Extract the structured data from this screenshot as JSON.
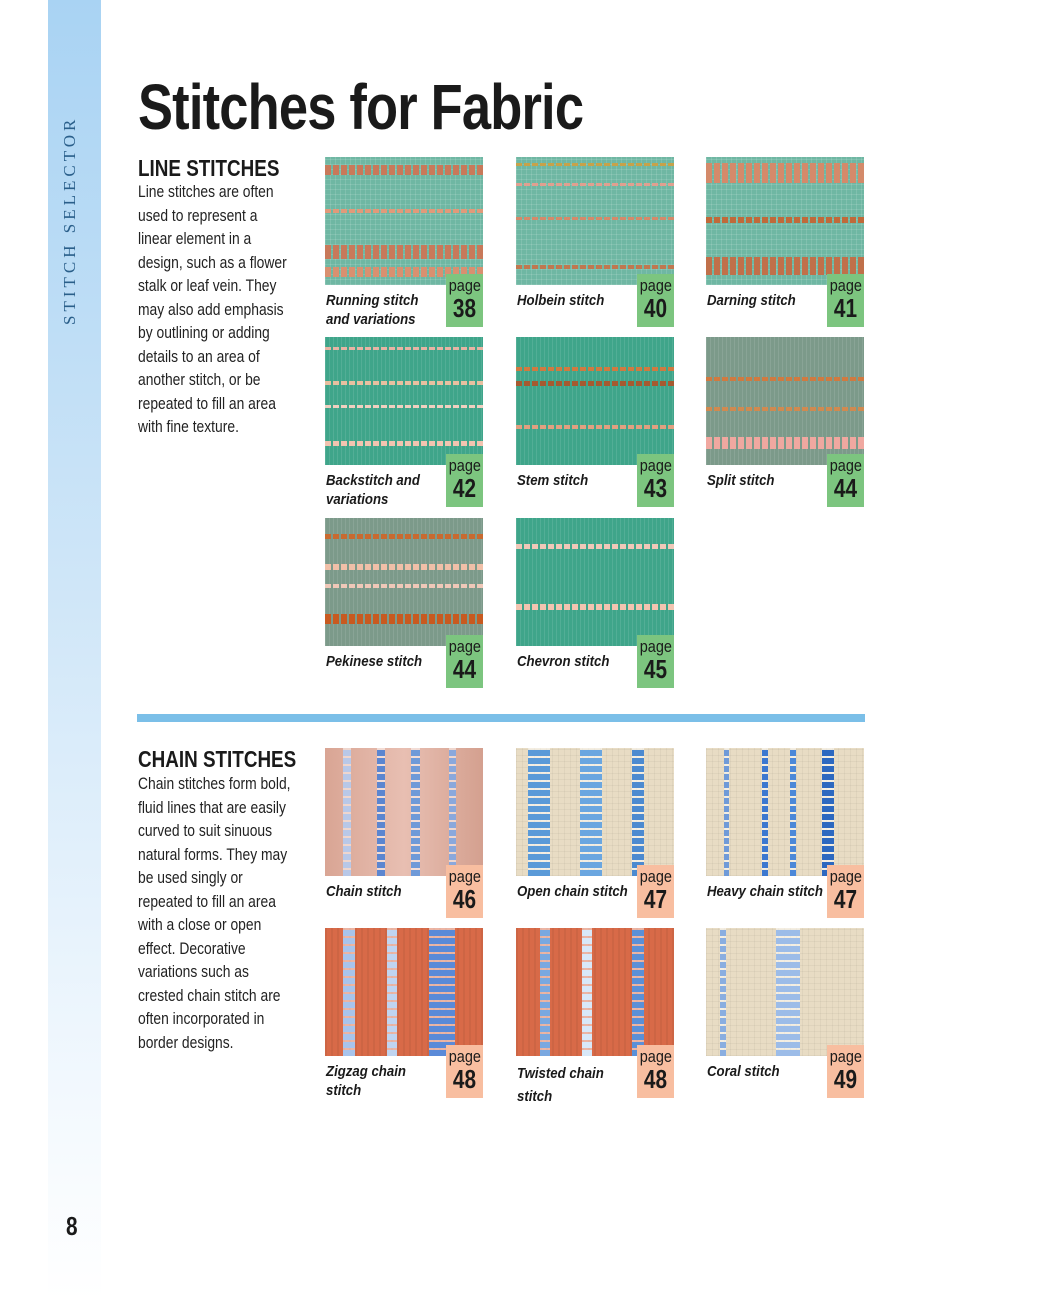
{
  "sidebar": {
    "label": "STITCH SELECTOR",
    "page_number": "8"
  },
  "title": "Stitches for Fabric",
  "colors": {
    "line_badge": "#7cc57f",
    "chain_badge": "#f8bea0",
    "divider": "#7bbfe8"
  },
  "line_section": {
    "heading": "LINE STITCHES",
    "text": "Line stitches are often used to represent a linear element in a design, such as a flower stalk or leaf vein. They may also add emphasis by outlining or adding details to an area of another stitch, or be repeated to fill an area with fine texture.",
    "items": [
      {
        "name": "Running stitch and variations",
        "page_word": "page",
        "page": "38"
      },
      {
        "name": "Holbein stitch",
        "page_word": "page",
        "page": "40"
      },
      {
        "name": "Darning stitch",
        "page_word": "page",
        "page": "41"
      },
      {
        "name": "Backstitch and variations",
        "page_word": "page",
        "page": "42"
      },
      {
        "name": "Stem stitch",
        "page_word": "page",
        "page": "43"
      },
      {
        "name": "Split stitch",
        "page_word": "page",
        "page": "44"
      },
      {
        "name": "Pekinese stitch",
        "page_word": "page",
        "page": "44"
      },
      {
        "name": "Chevron stitch",
        "page_word": "page",
        "page": "45"
      }
    ]
  },
  "chain_section": {
    "heading": "CHAIN STITCHES",
    "text": "Chain stitches form bold, fluid lines that are easily curved to suit sinuous natural forms. They may be used singly or repeated to fill an area with a close or open effect. Decorative variations such as crested chain stitch are often incorporated in border designs.",
    "items": [
      {
        "name": "Chain stitch",
        "page_word": "page",
        "page": "46"
      },
      {
        "name": "Open chain stitch",
        "page_word": "page",
        "page": "47"
      },
      {
        "name": "Heavy chain stitch",
        "page_word": "page",
        "page": "47"
      },
      {
        "name": "Zigzag chain stitch",
        "page_word": "page",
        "page": "48"
      },
      {
        "name": "Twisted chain stitch",
        "page_word": "page",
        "page": "48"
      },
      {
        "name": "Coral stitch",
        "page_word": "page",
        "page": "49"
      }
    ]
  }
}
